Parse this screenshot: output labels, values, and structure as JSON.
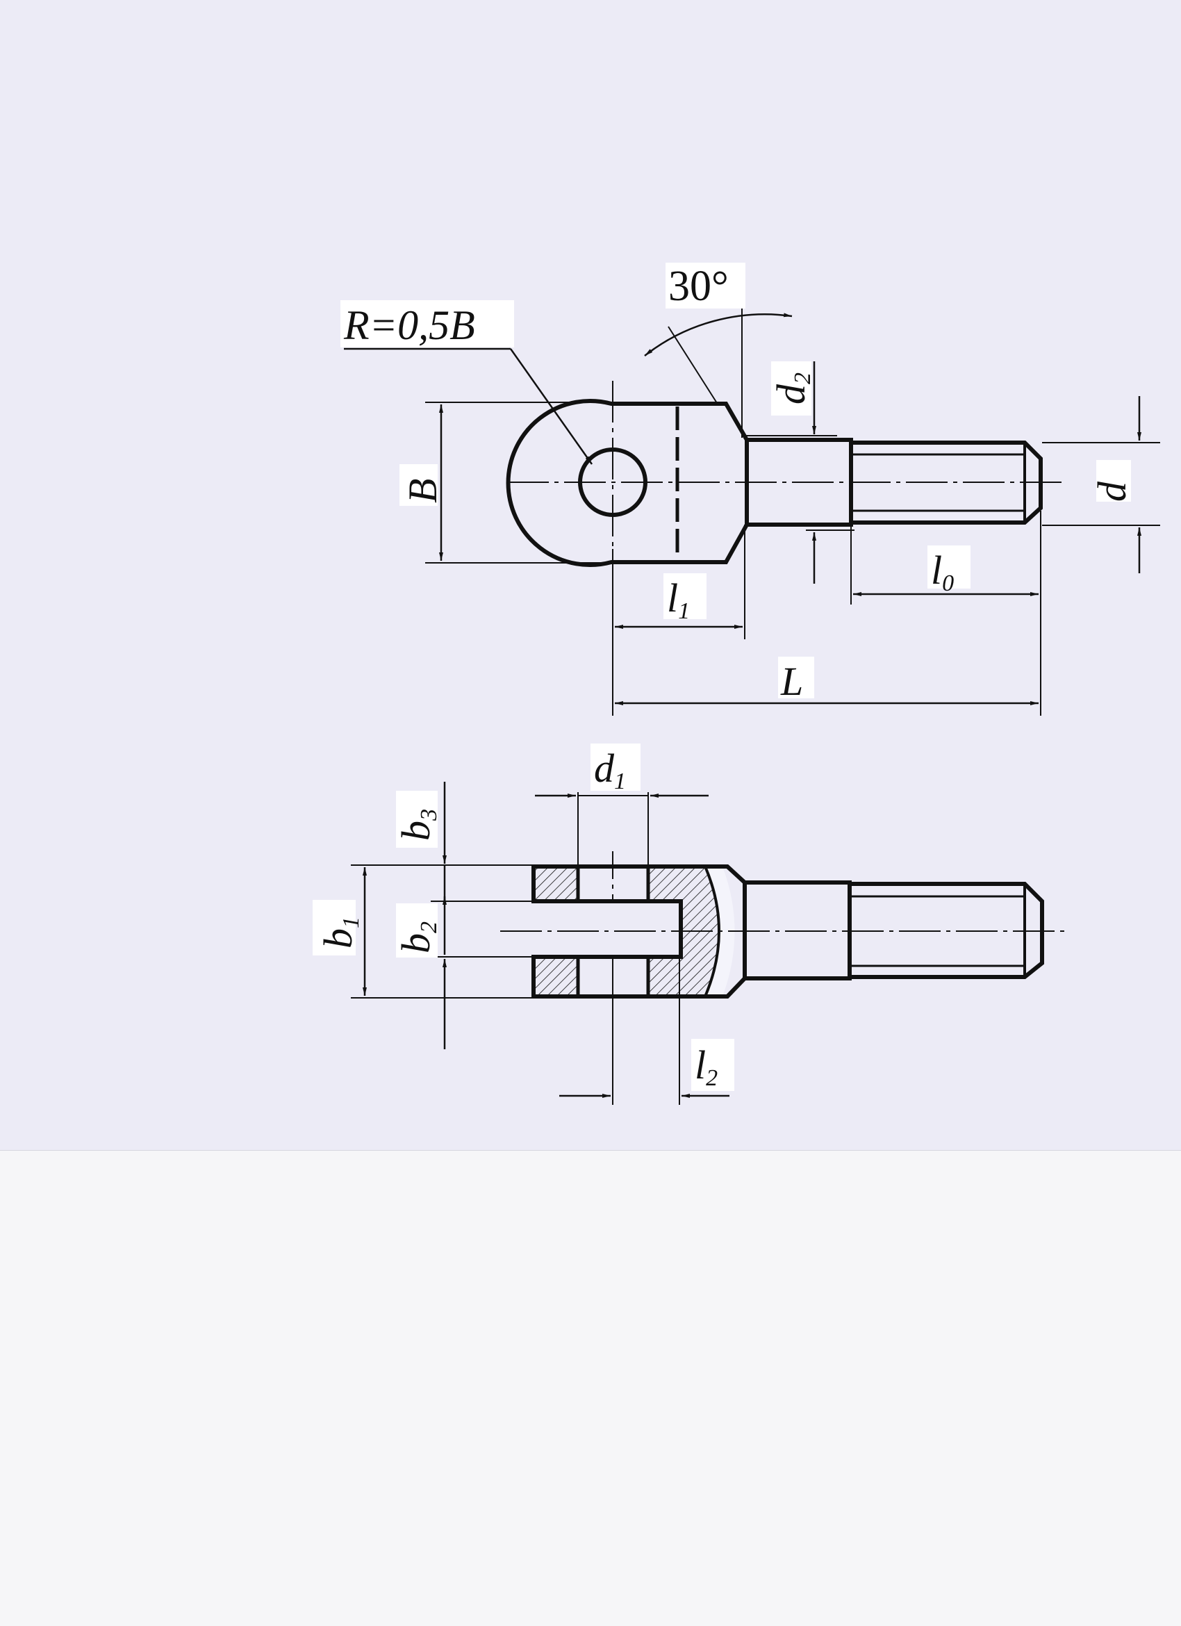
{
  "labels": {
    "radius": "R=0,5B",
    "angle": "30°",
    "width_B": "B",
    "d": "d",
    "d2": "d",
    "d2_sub": "2",
    "l0": "l",
    "l0_sub": "0",
    "l1": "l",
    "l1_sub": "1",
    "L": "L",
    "d1": "d",
    "d1_sub": "1",
    "b1": "b",
    "b1_sub": "1",
    "b2": "b",
    "b2_sub": "2",
    "b3": "b",
    "b3_sub": "3",
    "l2": "l",
    "l2_sub": "2"
  },
  "colors": {
    "paper": "#ecebf6",
    "ink": "#111111",
    "background": "#f6f6f8"
  }
}
